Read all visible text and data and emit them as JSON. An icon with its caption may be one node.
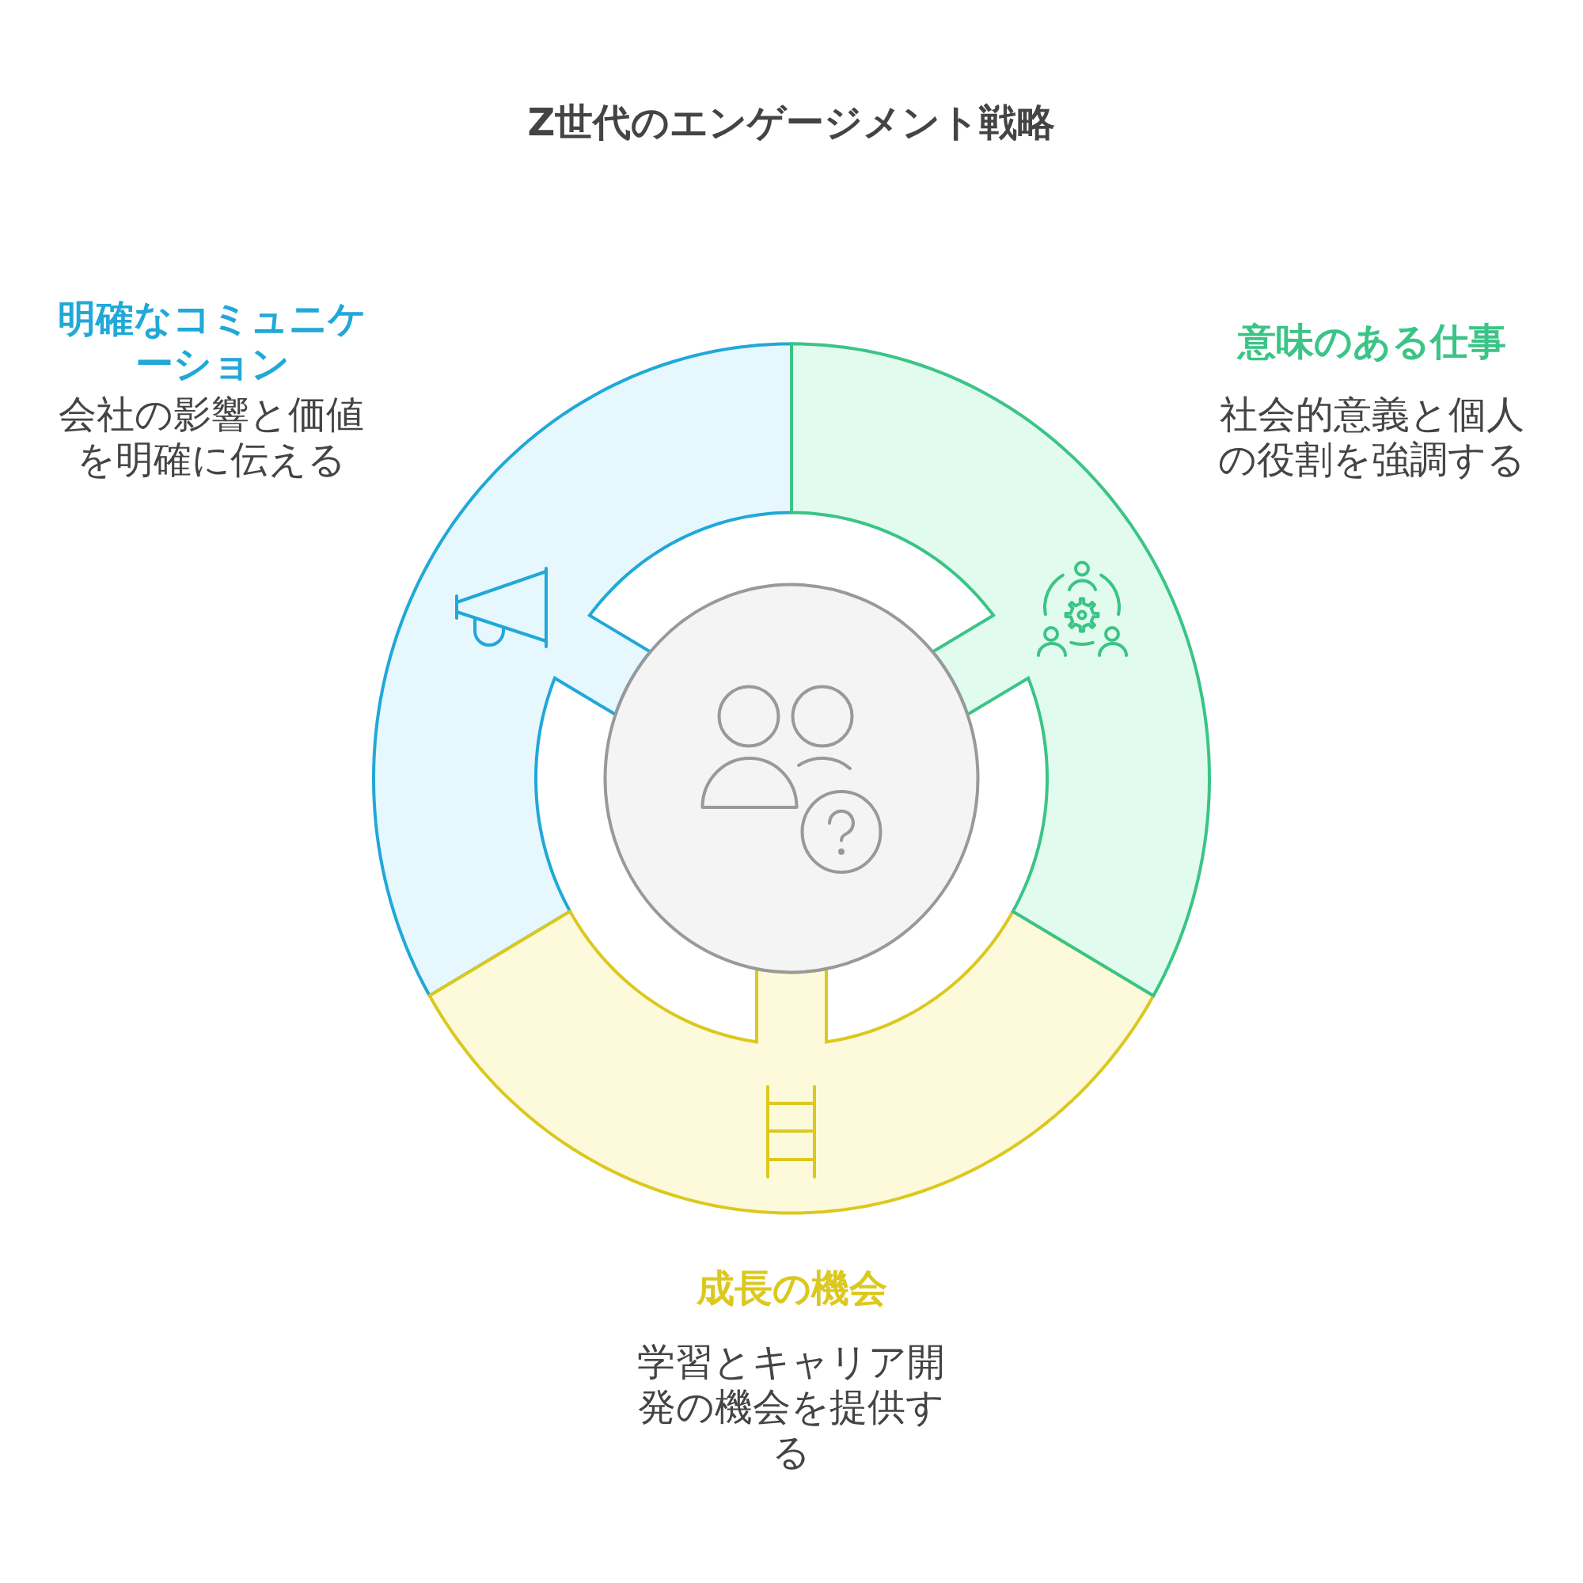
{
  "diagram": {
    "title": "Z世代のエンゲージメント戦略",
    "nodes": [
      {
        "text": [
          "明確なコミュニケーション",
          "会社の影響と価値を明確に伝える"
        ]
      },
      {
        "text": [
          "意味のある仕事",
          "社会的意義と個人の役割を強調する"
        ]
      },
      {
        "text": [
          "成長の機会",
          "学習とキャリア開発の機会を提供する"
        ]
      },
      {
        "text": [],
        "shape": "circle"
      }
    ]
  }
}
